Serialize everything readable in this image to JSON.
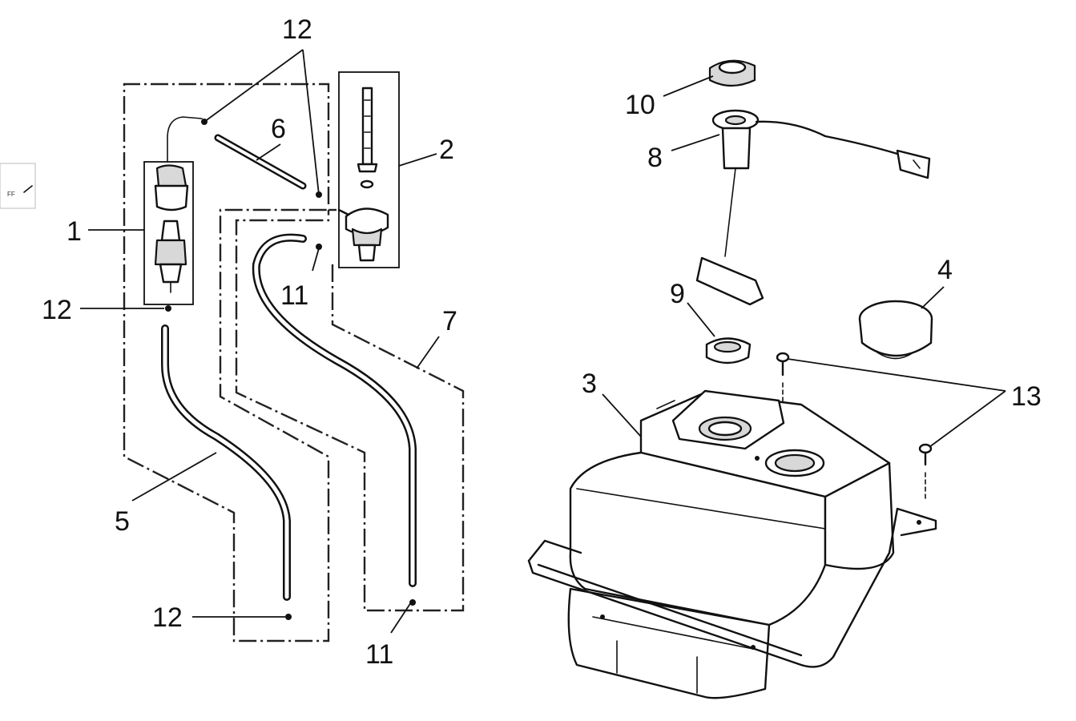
{
  "callouts": {
    "c1": "1",
    "c2": "2",
    "c3": "3",
    "c4": "4",
    "c5": "5",
    "c6": "6",
    "c7": "7",
    "c8": "8",
    "c9": "9",
    "c10": "10",
    "c11a": "11",
    "c11b": "11",
    "c12a": "12",
    "c12b": "12",
    "c12c": "12",
    "c13": "13"
  },
  "edge_fragment": "FF",
  "colors": {
    "ink": "#111111",
    "background": "#ffffff"
  }
}
